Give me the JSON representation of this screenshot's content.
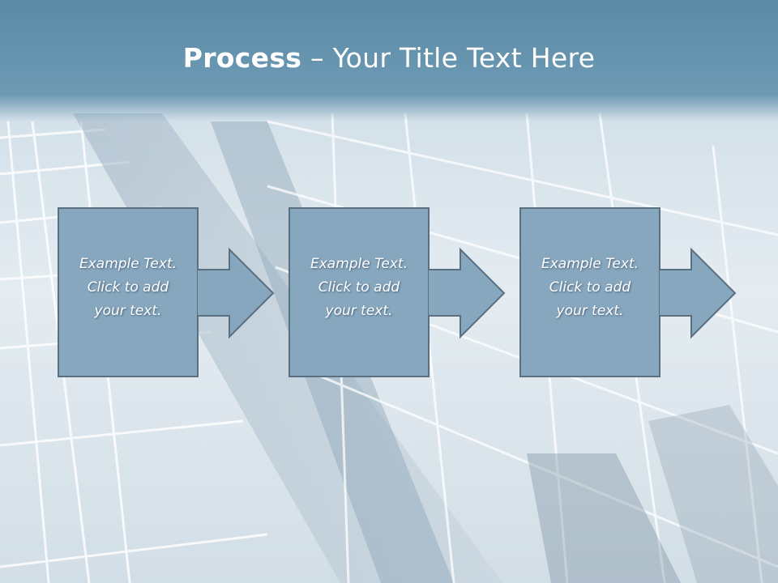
{
  "slide": {
    "title_bold": "Process",
    "title_rest": " – Your Title Text Here"
  },
  "steps": [
    {
      "lines": [
        "Example Text.",
        "Click  to add",
        "your text."
      ]
    },
    {
      "lines": [
        "Example Text.",
        "Click  to add",
        "your text."
      ]
    },
    {
      "lines": [
        "Example Text.",
        "Click  to add",
        "your text."
      ]
    }
  ],
  "colors": {
    "title_bar": "#5f8eaa",
    "box_fill": "#87a7bf",
    "box_stroke": "#5a6f80",
    "background": "#dfe8ee"
  }
}
